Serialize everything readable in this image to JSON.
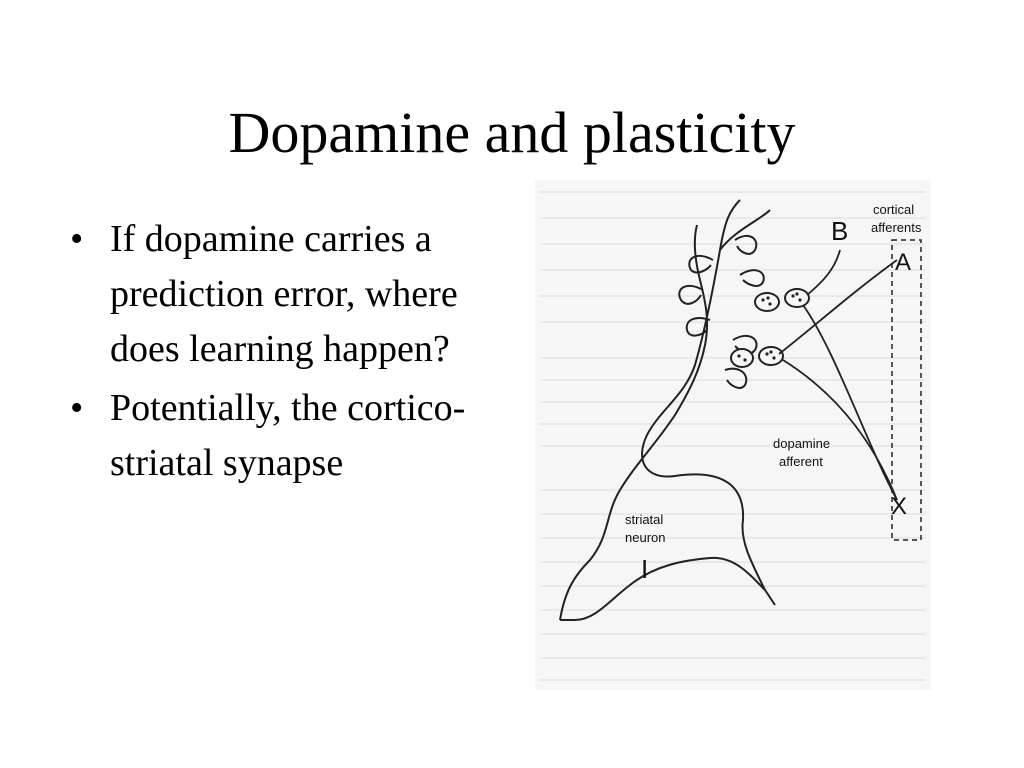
{
  "slide": {
    "title": "Dopamine and plasticity",
    "bullets": [
      {
        "text": "If dopamine carries a prediction error, where does learning happen?"
      },
      {
        "text": "Potentially, the cortico-striatal synapse"
      }
    ],
    "bullet_symbol": "•"
  },
  "figure": {
    "labels": {
      "b": "B",
      "cortical_line1": "cortical",
      "cortical_line2": "afferents",
      "a": "A",
      "dopamine_line1": "dopamine",
      "dopamine_line2": "afferent",
      "x": "X",
      "striatal_line1": "striatal",
      "striatal_line2": "neuron",
      "i": "I"
    }
  }
}
